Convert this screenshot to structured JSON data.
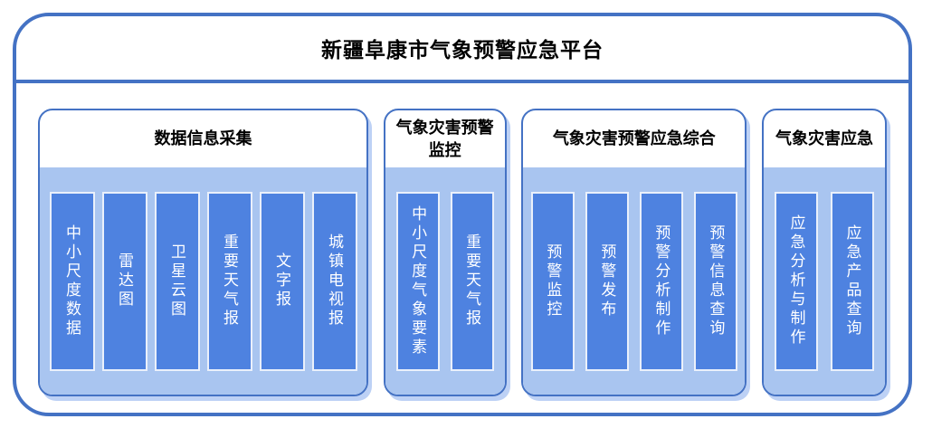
{
  "title": "新疆阜康市气象预警应急平台",
  "groups": [
    {
      "header": "数据信息采集",
      "items": [
        "中小尺度数据",
        "雷达图",
        "卫星云图",
        "重要天气报",
        "文字报",
        "城镇电视报"
      ]
    },
    {
      "header": "气象灾害预警监控",
      "items": [
        "中小尺度气象要素",
        "重要天气报"
      ]
    },
    {
      "header": "气象灾害预警应急综合",
      "items": [
        "预警监控",
        "预警发布",
        "预警分析制作",
        "预警信息查询"
      ]
    },
    {
      "header": "气象灾害应急",
      "items": [
        "应急分析与制作",
        "应急产品查询"
      ]
    }
  ],
  "colors": {
    "frame_border": "#4472C4",
    "group_border": "#4472C4",
    "group_body_fill": "#A9C5F0",
    "group_shadow": "#BDD1F5",
    "column_fill": "#4E82E0",
    "column_border": "#EAF0FB",
    "column_text": "#FFFFFF",
    "title_text": "#000000"
  }
}
